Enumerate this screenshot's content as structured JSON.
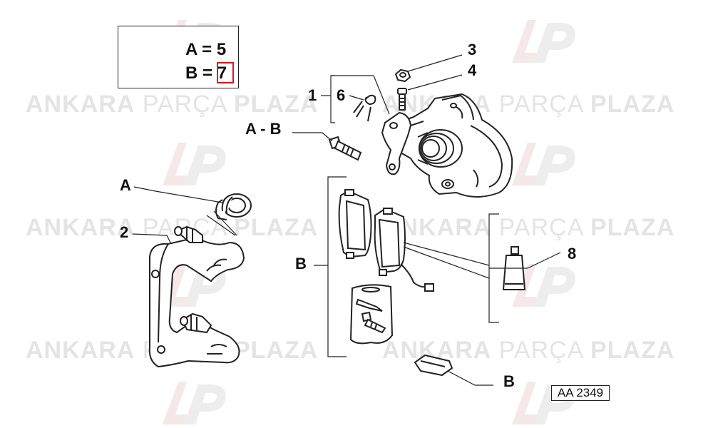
{
  "watermark": {
    "word1": "ANKARA",
    "word2": "PARÇA",
    "word3": "PLAZA",
    "logo_icon": "ap-logo-icon",
    "color": "#e4e4e4"
  },
  "legend": {
    "line_a_label": "A",
    "line_a_eq": "=",
    "line_a_value": "5",
    "line_b_label": "B",
    "line_b_eq": "=",
    "line_b_value": "7",
    "icon": "parts-boxes-icon",
    "highlight_color": "#e0141e"
  },
  "callouts": {
    "c1": "1",
    "c2": "2",
    "c3": "3",
    "c4": "4",
    "c6": "6",
    "c8": "8",
    "a_b": "A - B",
    "a": "A",
    "b_pads": "B",
    "b_clip": "B"
  },
  "reference": "AA 2349"
}
